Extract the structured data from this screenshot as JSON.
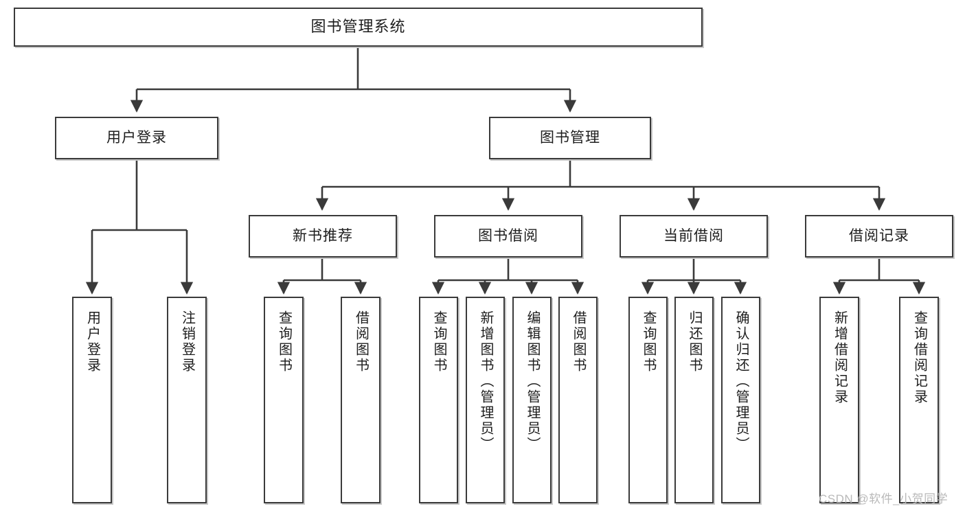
{
  "diagram": {
    "title": "图书管理系统",
    "type": "tree",
    "orientation": "top-down",
    "colors": {
      "box_border": "#3a3a3a",
      "box_fill": "#ffffff",
      "edge": "#3a3a3a",
      "text": "#1d1d1d",
      "watermark": "#b9b9b9",
      "background": "#ffffff"
    }
  },
  "root": {
    "label": "图书管理系统"
  },
  "level2": [
    {
      "id": "user-login",
      "label": "用户登录"
    },
    {
      "id": "book-management",
      "label": "图书管理"
    }
  ],
  "level3": [
    {
      "id": "new-book-recommend",
      "label": "新书推荐"
    },
    {
      "id": "book-borrow",
      "label": "图书借阅"
    },
    {
      "id": "current-borrow",
      "label": "当前借阅"
    },
    {
      "id": "borrow-record",
      "label": "借阅记录"
    }
  ],
  "leaves": {
    "user_login": [
      {
        "id": "leaf-user-login",
        "label": "用户登录"
      },
      {
        "id": "leaf-logout-login",
        "label": "注销登录"
      }
    ],
    "new_book_recommend": [
      {
        "id": "leaf-query-book-1",
        "label": "查询图书"
      },
      {
        "id": "leaf-borrow-book-1",
        "label": "借阅图书"
      }
    ],
    "book_borrow": [
      {
        "id": "leaf-query-book-2",
        "label": "查询图书"
      },
      {
        "id": "leaf-add-book",
        "label": "新增图书（管理员）"
      },
      {
        "id": "leaf-edit-book",
        "label": "编辑图书（管理员）"
      },
      {
        "id": "leaf-borrow-book-2",
        "label": "借阅图书"
      }
    ],
    "current_borrow": [
      {
        "id": "leaf-query-book-3",
        "label": "查询图书"
      },
      {
        "id": "leaf-return-book",
        "label": "归还图书"
      },
      {
        "id": "leaf-confirm-return",
        "label": "确认归还（管理员）"
      }
    ],
    "borrow_record": [
      {
        "id": "leaf-add-borrow-record",
        "label": "新增借阅记录"
      },
      {
        "id": "leaf-query-borrow-record",
        "label": "查询借阅记录"
      }
    ]
  },
  "watermark": {
    "text": "CSDN @软件_小贺同学"
  }
}
